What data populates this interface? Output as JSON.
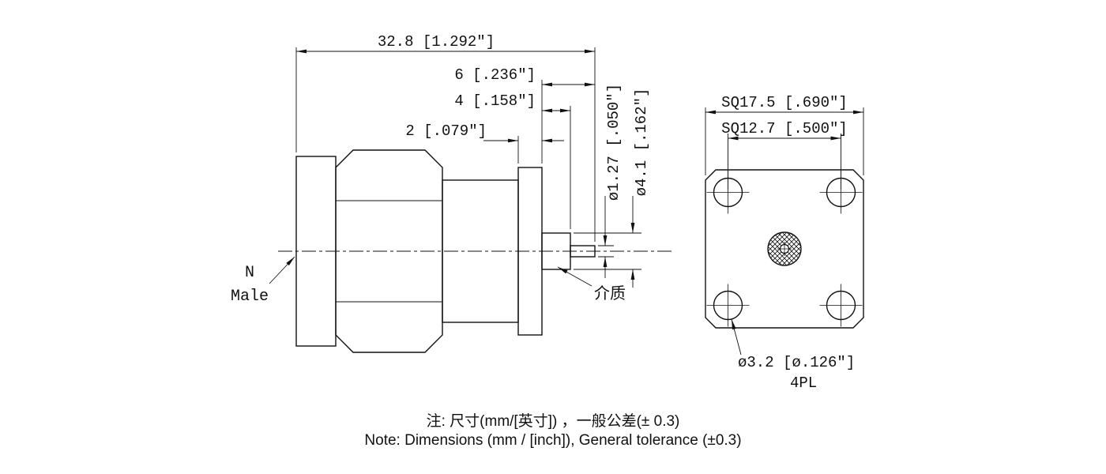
{
  "page": {
    "background": "#ffffff",
    "line_color": "#111111"
  },
  "side_view": {
    "connector_label_line1": "N",
    "connector_label_line2": "Male",
    "dielectric_label": "介质",
    "dim_overall_length": "32.8 [1.292″]",
    "dim_pin_length": "6 [.236″]",
    "dim_dielectric_length": "4 [.158″]",
    "dim_flange_thickness": "2 [.079″]",
    "dim_pin_diameter": "ø1.27 [.050″]",
    "dim_dielectric_diameter": "ø4.1 [.162″]"
  },
  "front_view": {
    "dim_flange_square": "SQ17.5 [.690″]",
    "dim_hole_spacing": "SQ12.7 [.500″]",
    "dim_hole_diameter": "ø3.2 [ø.126″]",
    "dim_hole_places": "4PL"
  },
  "notes": {
    "chinese": "注: 尺寸(mm/[英寸]) ，一般公差(± 0.3)",
    "english": "Note: Dimensions (mm / [inch]), General tolerance (±0.3)"
  }
}
